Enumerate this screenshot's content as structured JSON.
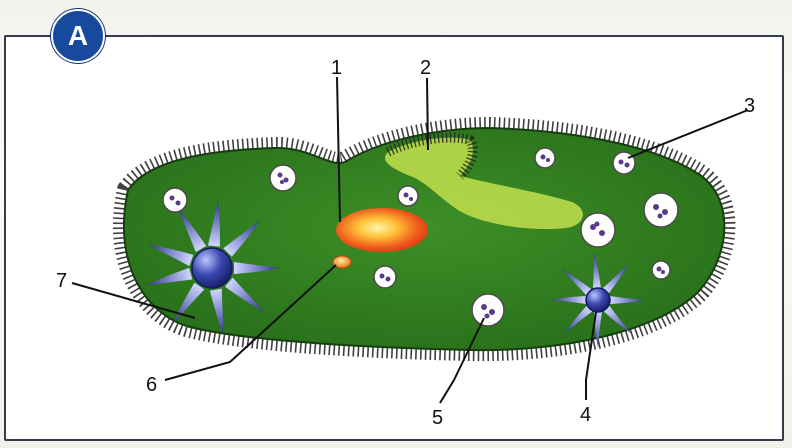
{
  "panel": {
    "badge": "A"
  },
  "labels": {
    "n1": "1",
    "n2": "2",
    "n3": "3",
    "n4": "4",
    "n5": "5",
    "n6": "6",
    "n7": "7"
  },
  "colors": {
    "body": "#2f7d1f",
    "cilia": "#1e1e1e",
    "oral_groove": "#b9d94a",
    "macronucleus": "#e8461c",
    "micronucleus": "#f2a51b",
    "contractile_vacuole": "#2d3592",
    "food_vacuole": "#ffffff",
    "badge": "#174a9c"
  }
}
